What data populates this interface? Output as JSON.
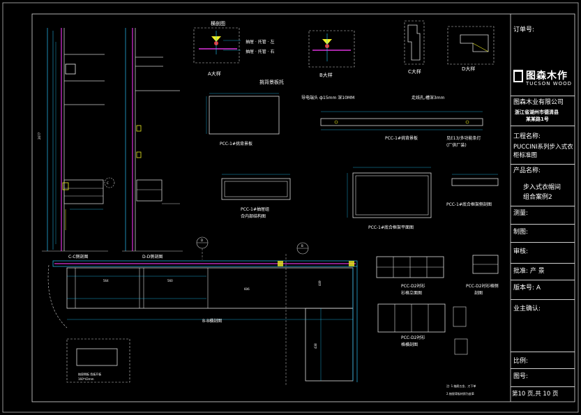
{
  "title_block": {
    "order_no": "订单号:",
    "logo_cn": "图森木作",
    "logo_en": "TUCSON WOOD",
    "company": "图森木业有限公司",
    "address_l1": "浙江省湖州市德清县",
    "address_l2": "某某路1号",
    "project_label": "工程名称:",
    "project_name": "PUCCINI系列步入式衣柜标准图",
    "product_label": "产品名称:",
    "product_name_l1": "步入式衣帽间",
    "product_name_l2": "组合案例2",
    "measure": "测量:",
    "draw": "制图:",
    "review": "审核:",
    "approve": "批准: 产 景",
    "version": "版本号: A",
    "owner": "业主确认:",
    "scale": "比例:",
    "drawing_no": "图号:",
    "page": "第10 页,共 10 页"
  },
  "views": {
    "cross_section_title": "横剖图",
    "detail_a": "A大样",
    "detail_b": "B大样",
    "detail_c": "C大样",
    "detail_d": "D大样",
    "note_l1": "抽屉 · 托管 · 左",
    "note_l2": "抽屉 · 托管 · 右",
    "hook_title": "挑背景板托",
    "pcc1_back": "PCC-1#挑背景板",
    "cable_note": "导电端头 ф15mm 深10MM",
    "hole_note": "走线孔,槽深3mm",
    "pcc1_back2": "PCC-1#挑背景板",
    "lamp_note_l1": "见E13/多功能条灯",
    "lamp_note_l2": "(厂供厂装)",
    "drawer_frame_l1": "PCC-1#抽屉组",
    "drawer_frame_l2": "合内部结构图",
    "base_plan": "PCC-1#底合框架平面图",
    "base_section": "PCC-1#底合框架侧剖图",
    "cc_section": "C-C侧剖图",
    "dd_section": "D-D侧剖图",
    "bb_section": "B-B横剖图",
    "d2_elev_l1": "PCC-D2衬衫",
    "d2_elev_l2": "衫格立面图",
    "d2_side_l1": "PCC-D2衬衫格侧",
    "d2_side_l2": "剖图",
    "d2_cross_l1": "PCC-D2衬衫",
    "d2_cross_l2": "格横剖图",
    "bottom_note_l1": "抽屉侧板 挡板开板",
    "bottom_note_l2": "160*43mm",
    "footnote_1": "注: 1.抽屉五金、刀下单",
    "footnote_2": "2.抽屉背板材质为皮革",
    "marker_c": "C",
    "marker_d": "D",
    "marker_b": "B",
    "dim_560": "560",
    "dim_564": "564",
    "dim_606": "606",
    "dim_449": "449",
    "dim_438": "438",
    "dim_2677": "2677"
  }
}
